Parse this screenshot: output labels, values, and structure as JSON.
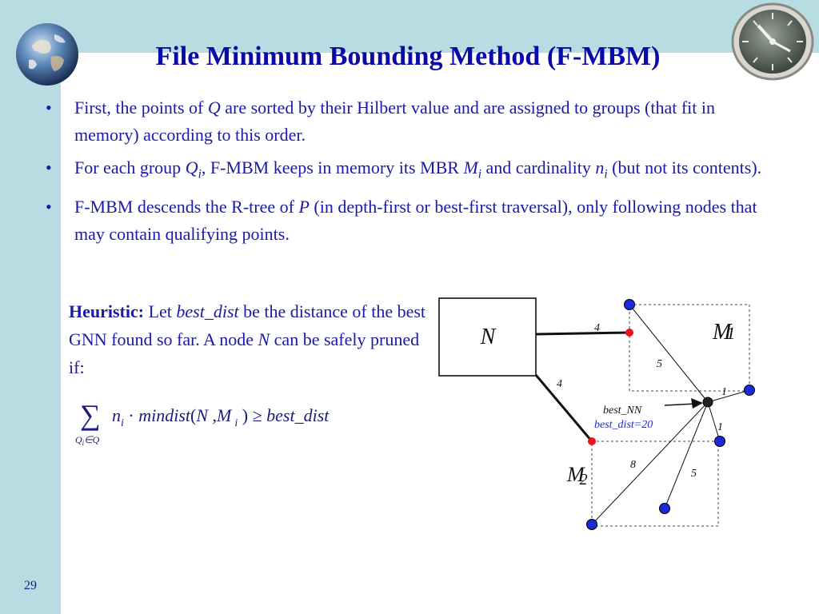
{
  "slide": {
    "title": "File Minimum Bounding Method (F-MBM)",
    "page_number": "29"
  },
  "bullets": [
    {
      "parts": [
        "First, the points of ",
        "Q",
        " are sorted by their Hilbert value and are assigned to groups (that fit in memory) according to this order."
      ]
    },
    {
      "parts": [
        "For each group ",
        "Q",
        "i",
        ", F-MBM keeps in memory its MBR ",
        "M",
        "i",
        " and cardinality ",
        "n",
        "i",
        " (but not its contents)."
      ]
    },
    {
      "parts": [
        "F-MBM descends the R-tree of ",
        "P",
        " (in depth-first or best-first traversal), only following nodes that may contain qualifying points."
      ]
    }
  ],
  "heuristic": {
    "label": "Heuristic:",
    "text_1": " Let ",
    "best_dist": "best_dist",
    "text_2": " be the distance of the best GNN found so far. A node ",
    "node": "N",
    "text_3": " can be safely pruned if:"
  },
  "formula": {
    "sum": "∑",
    "subscript": "Q",
    "subscript_i": "i",
    "subscript_rest": "∈Q",
    "body_n": "n",
    "body_i": "i",
    "body_dot": " · ",
    "body_fn": "mindist",
    "body_open": "(",
    "body_N": "N",
    "body_comma": " ,",
    "body_M": "M",
    "body_Mi": "i",
    "body_close": " )",
    "body_ge": " ≥ ",
    "body_best": "best_dist"
  },
  "diagram": {
    "node_label": "N",
    "m1_label": "M",
    "m1_sub": "1",
    "m2_label": "M",
    "m2_sub": "2",
    "edge_N_M1": "4",
    "edge_N_M2": "4",
    "edge_m1_5": "5",
    "edge_1_upper": "1",
    "edge_1_lower": "1",
    "edge_8": "8",
    "edge_5_lower": "5",
    "best_nn": "best_NN",
    "best_dist": "best_dist=20",
    "colors": {
      "blue_point": "#1b2ad6",
      "red_point": "#e8141e",
      "black_point": "#222222",
      "best_dist_text": "#1b2ad6"
    }
  }
}
